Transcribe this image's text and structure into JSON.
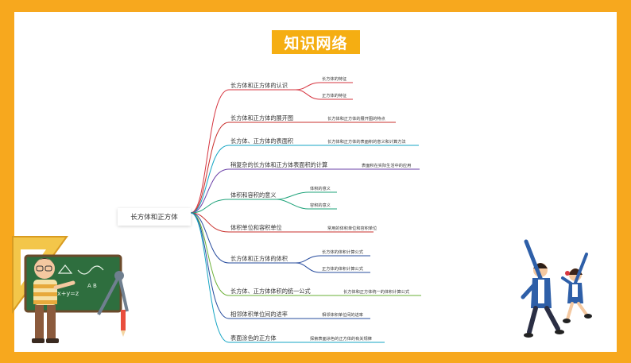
{
  "title": "知识网络",
  "root": "长方体和正方体",
  "branches": [
    {
      "label": "长方体和正方体的认识",
      "color": "#D6343F",
      "children": [
        "长方体的特征",
        "正方体的特征"
      ]
    },
    {
      "label": "长方体和正方体的展开图",
      "color": "#C9302C",
      "children": [
        "长方体和正方体的展开图的特点"
      ]
    },
    {
      "label": "长方体、正方体的表面积",
      "color": "#16A5C4",
      "children": [
        "长方体和正方体的表面积的意义和计算方法"
      ]
    },
    {
      "label": "稍复杂的长方体和正方体表面积的计算",
      "color": "#6A3FA7",
      "children": [
        "表面积在实际生活中的应用"
      ]
    },
    {
      "label": "体积和容积的意义",
      "color": "#1FA37A",
      "children": [
        "体积的意义",
        "容积的意义"
      ]
    },
    {
      "label": "体积单位和容积单位",
      "color": "#C9302C",
      "children": [
        "常用的体积单位和容积单位"
      ]
    },
    {
      "label": "长方体和正方体的体积",
      "color": "#274C9E",
      "children": [
        "长方体的体积计算公式",
        "正方体的体积计算公式"
      ]
    },
    {
      "label": "长方体、正方体体积的统一公式",
      "color": "#6AAF35",
      "children": [
        "长方体和正方体统一的体积计算公式"
      ]
    },
    {
      "label": "相邻体积单位间的进率",
      "color": "#274C9E",
      "children": [
        "相邻体积单位间的进率"
      ]
    },
    {
      "label": "表面涂色的正方体",
      "color": "#16A5C4",
      "children": [
        "探索表面涂色的正方体的有关规律"
      ]
    }
  ],
  "colors": {
    "background": "#F7A81E",
    "title_bg": "#F5AE12"
  },
  "illustrations": [
    "teacher-with-chalkboard",
    "jumping-students"
  ]
}
